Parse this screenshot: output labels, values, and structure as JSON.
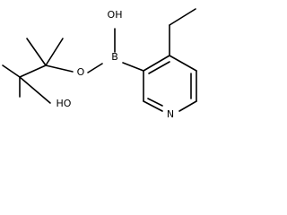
{
  "molecule": {
    "atoms": {
      "boron": "B",
      "hydroxyl_on_boron": "OH",
      "ester_oxygen": "O",
      "tertiary_hydroxyl": "HO",
      "ring_nitrogen": "N"
    }
  }
}
